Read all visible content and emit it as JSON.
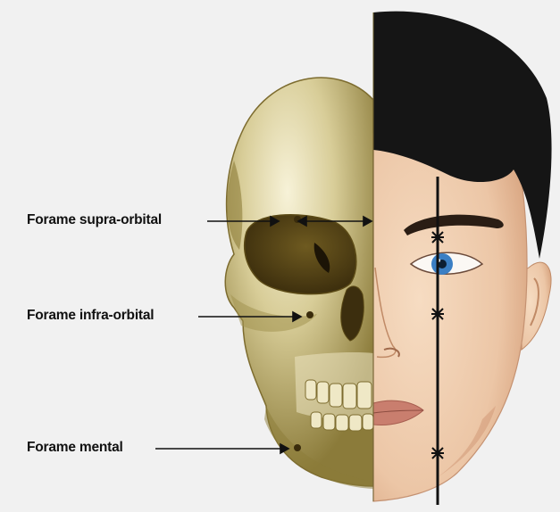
{
  "labels": {
    "supra_orbital": "Forame supra-orbital",
    "infra_orbital": "Forame infra-orbital",
    "mental": "Forame mental"
  },
  "colors": {
    "background": "#f1f1f1",
    "bone": "#d9cf9c",
    "bone_shadow": "#8f7f3d",
    "skin": "#f0cfb1",
    "hair": "#151515",
    "iris": "#3b7fc4",
    "lips": "#c97e6e",
    "line": "#111111"
  },
  "icons": [
    "skull-illustration",
    "face-illustration",
    "vertical-alignment-line",
    "foramen-marker"
  ]
}
